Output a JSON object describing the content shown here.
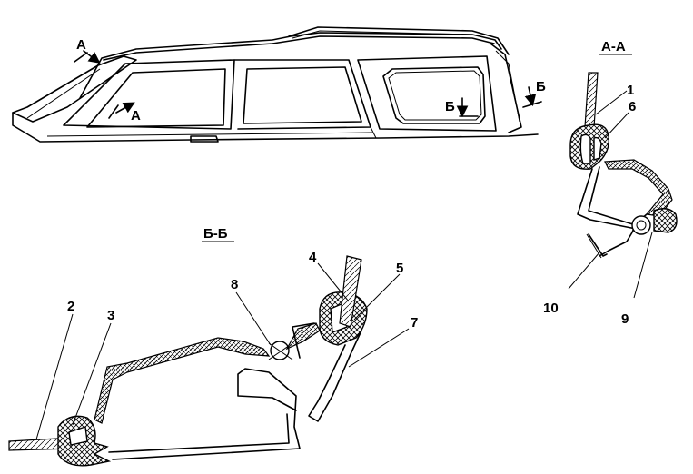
{
  "view_labels": {
    "section_aa": "А-А",
    "section_bb": "Б-Б",
    "marker_a_top": "А",
    "marker_a_window": "А",
    "marker_b_window": "Б",
    "marker_b_pillar": "Б"
  },
  "callouts": {
    "c1": "1",
    "c2": "2",
    "c3": "3",
    "c4": "4",
    "c5": "5",
    "c6": "6",
    "c7": "7",
    "c8": "8",
    "c9": "9",
    "c10": "10"
  }
}
